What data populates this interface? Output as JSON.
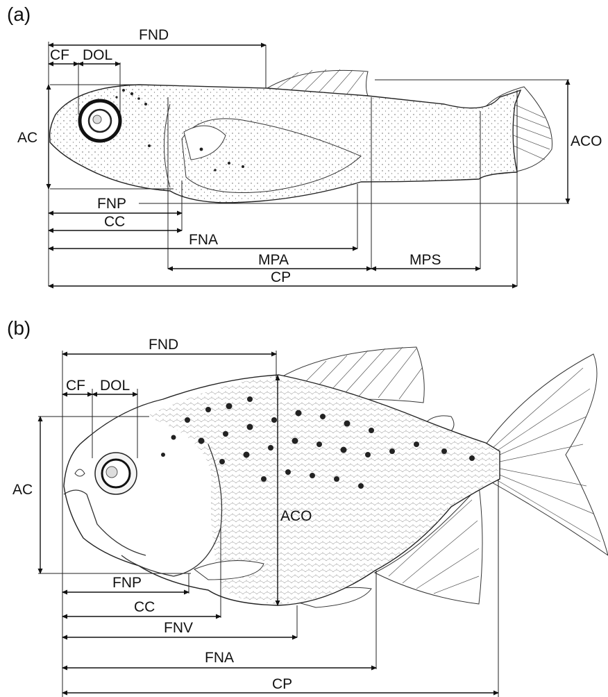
{
  "panel_a": {
    "label": "(a)",
    "measurements": {
      "FND": "FND",
      "CF": "CF",
      "DOL": "DOL",
      "AC": "AC",
      "ACO": "ACO",
      "FNP": "FNP",
      "CC": "CC",
      "FNA": "FNA",
      "MPA": "MPA",
      "MPS": "MPS",
      "CP": "CP"
    }
  },
  "panel_b": {
    "label": "(b)",
    "measurements": {
      "FND": "FND",
      "CF": "CF",
      "DOL": "DOL",
      "AC": "AC",
      "ACO": "ACO",
      "FNP": "FNP",
      "CC": "CC",
      "FNV": "FNV",
      "FNA": "FNA",
      "CP": "CP"
    }
  },
  "colors": {
    "ink": "#111111",
    "background": "#ffffff"
  }
}
